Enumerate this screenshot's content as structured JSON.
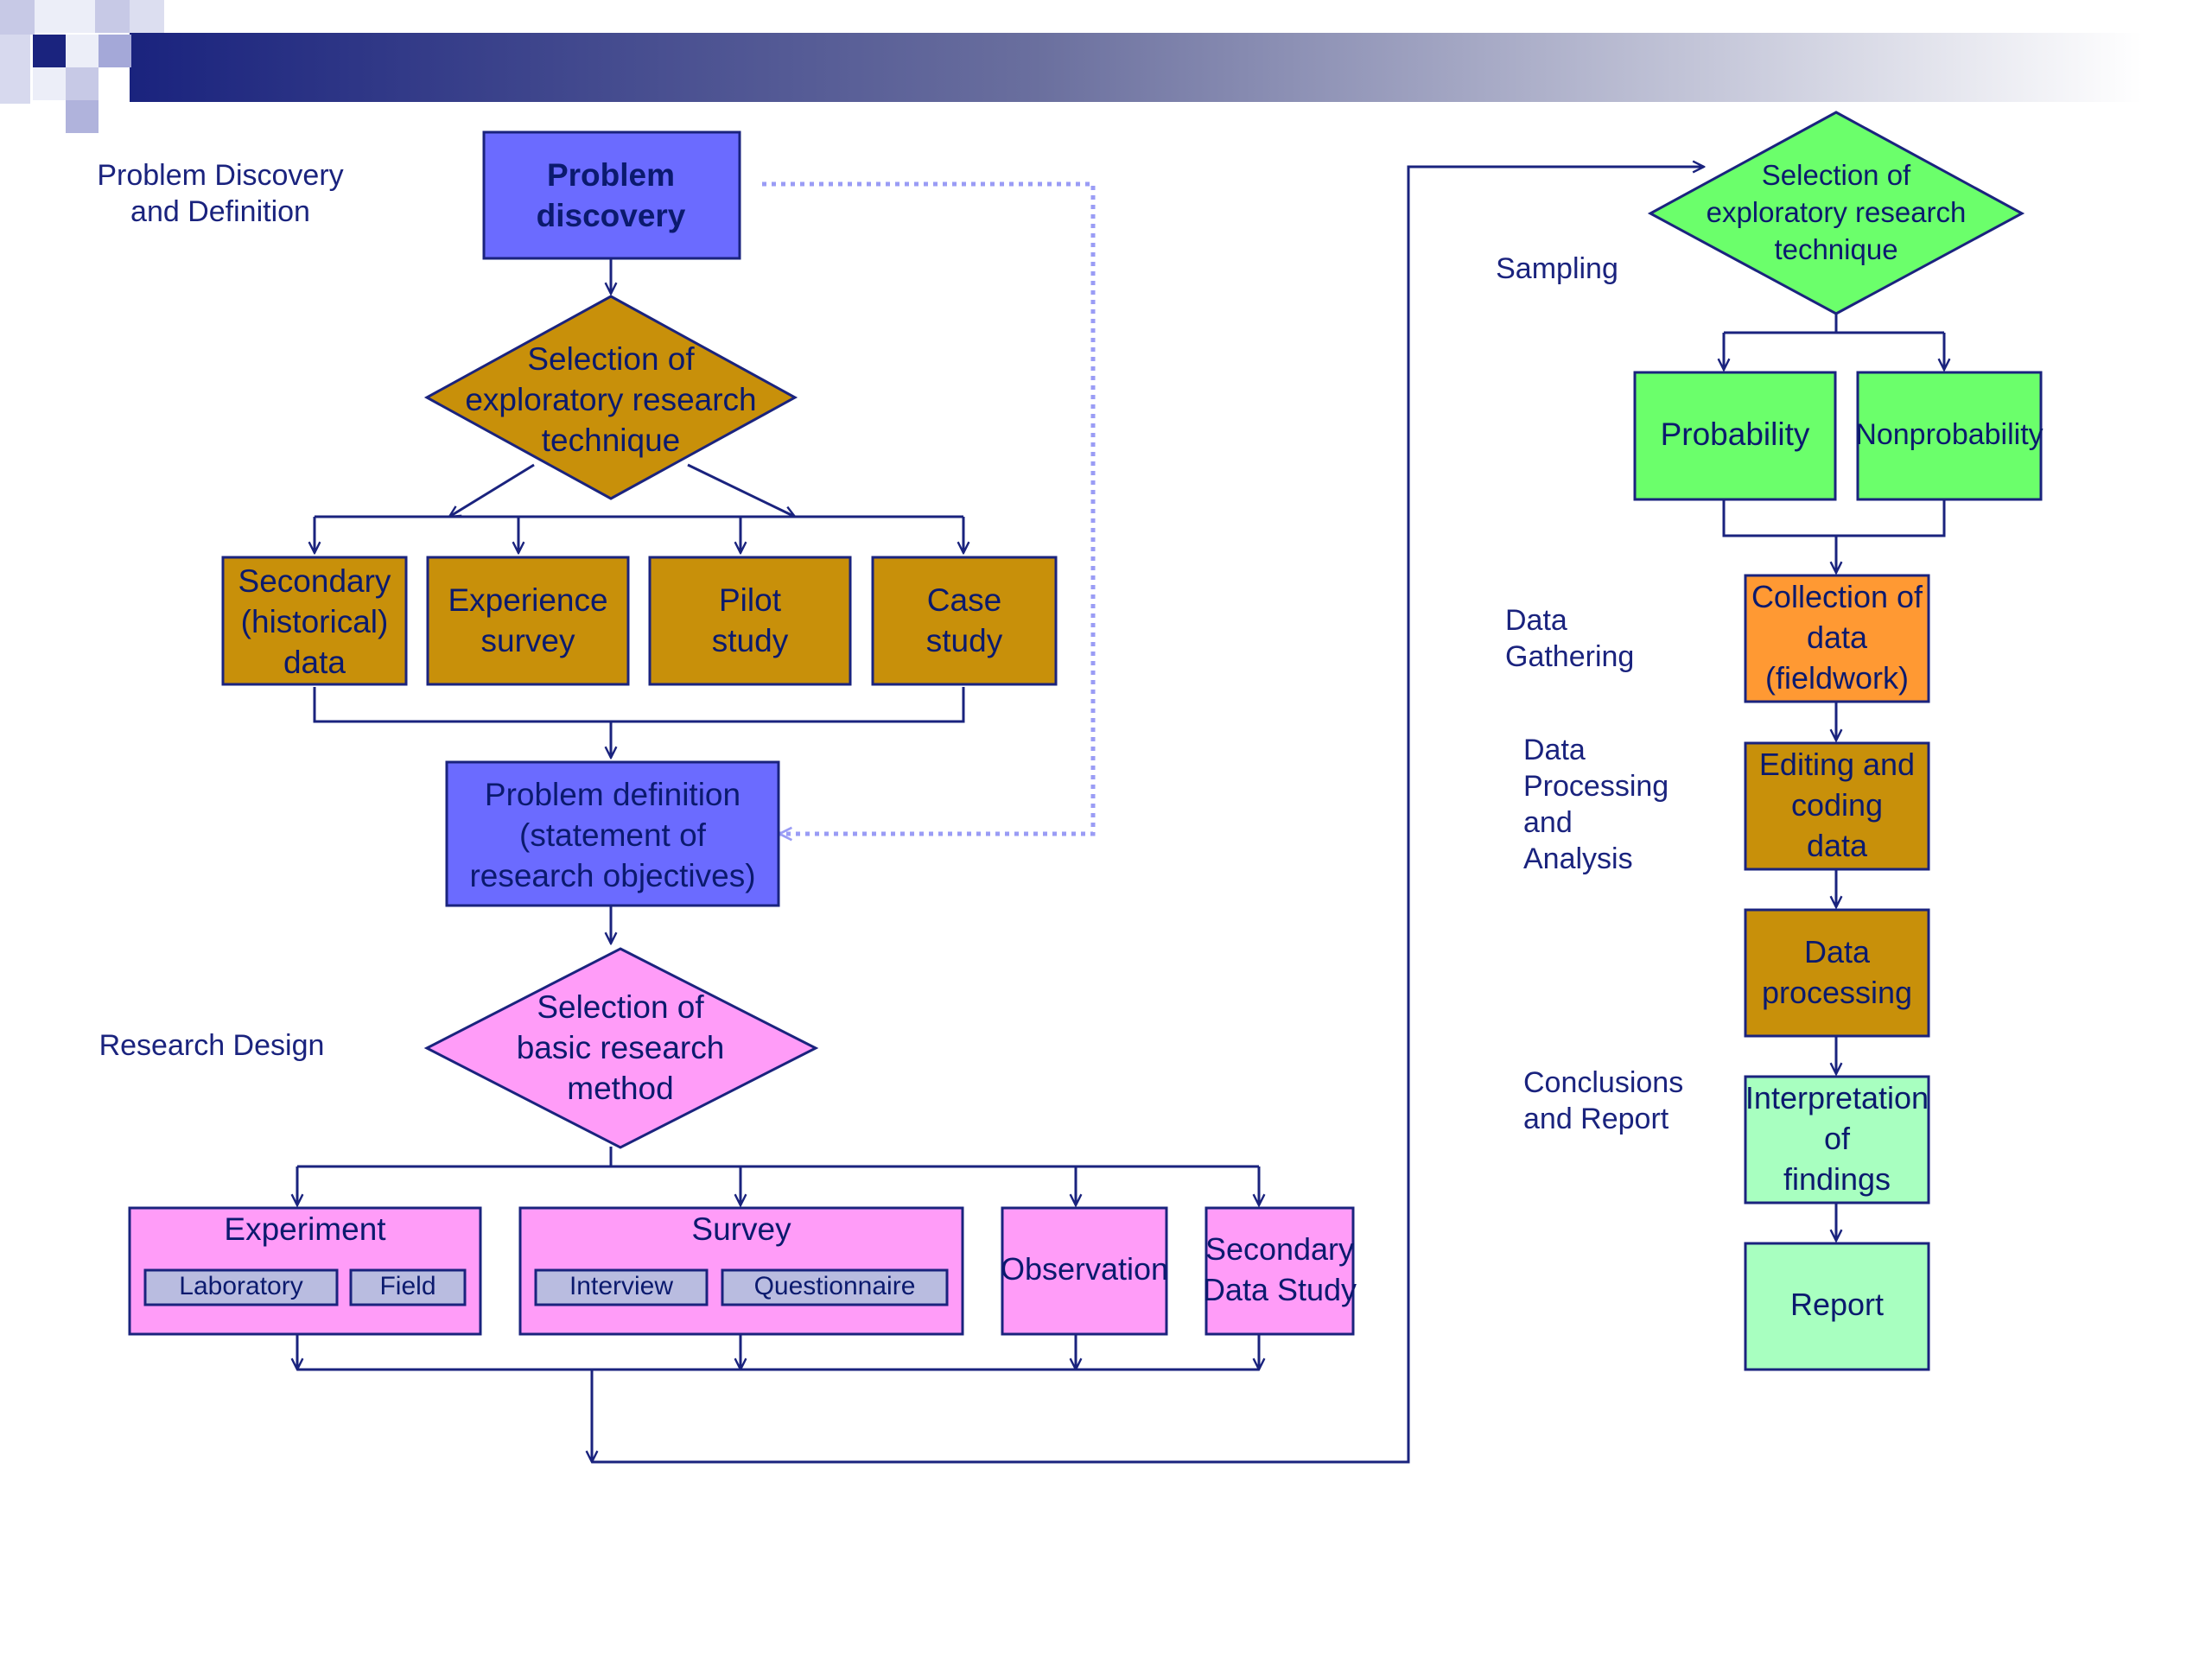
{
  "colors": {
    "line": "#1a237e",
    "dotted": "#9a9cf5",
    "blue_box": "#6b6bff",
    "gold_box": "#c8900a",
    "pink_box": "#ff9cf8",
    "green_box": "#6bff6b",
    "orange_box": "#ff9933",
    "lightgreen_box": "#a8ffc0",
    "sub_box": "#b9bce0"
  },
  "stages": {
    "problem_discovery": [
      "Problem Discovery",
      "and Definition"
    ],
    "research_design": [
      "Research Design"
    ],
    "sampling": [
      "Sampling"
    ],
    "data_gathering": [
      "Data",
      "Gathering"
    ],
    "data_processing": [
      "Data",
      "Processing",
      "and",
      "Analysis"
    ],
    "conclusions": [
      "Conclusions",
      "and Report"
    ]
  },
  "nodes": {
    "problem_discovery": [
      "Problem",
      "discovery"
    ],
    "selection_exploratory": [
      "Selection of",
      "exploratory research",
      "technique"
    ],
    "secondary_data": [
      "Secondary",
      "(historical)",
      "data"
    ],
    "experience_survey": [
      "Experience",
      "survey"
    ],
    "pilot_study": [
      "Pilot",
      "study"
    ],
    "case_study": [
      "Case",
      "study"
    ],
    "problem_definition": [
      "Problem definition",
      "(statement of",
      "research objectives)"
    ],
    "selection_basic": [
      "Selection of",
      "basic research",
      "method"
    ],
    "experiment": [
      "Experiment"
    ],
    "laboratory": [
      "Laboratory"
    ],
    "field": [
      "Field"
    ],
    "survey": [
      "Survey"
    ],
    "interview": [
      "Interview"
    ],
    "questionnaire": [
      "Questionnaire"
    ],
    "observation": [
      "Observation"
    ],
    "secondary_data_study": [
      "Secondary",
      "Data Study"
    ],
    "selection_sampling": [
      "Selection of",
      "exploratory research",
      "technique"
    ],
    "probability": [
      "Probability"
    ],
    "nonprobability": [
      "Nonprobability"
    ],
    "collection_data": [
      "Collection of",
      "data",
      "(fieldwork)"
    ],
    "editing_coding": [
      "Editing and",
      "coding",
      "data"
    ],
    "data_processing": [
      "Data",
      "processing"
    ],
    "interpretation": [
      "Interpretation",
      "of",
      "findings"
    ],
    "report": [
      "Report"
    ]
  }
}
